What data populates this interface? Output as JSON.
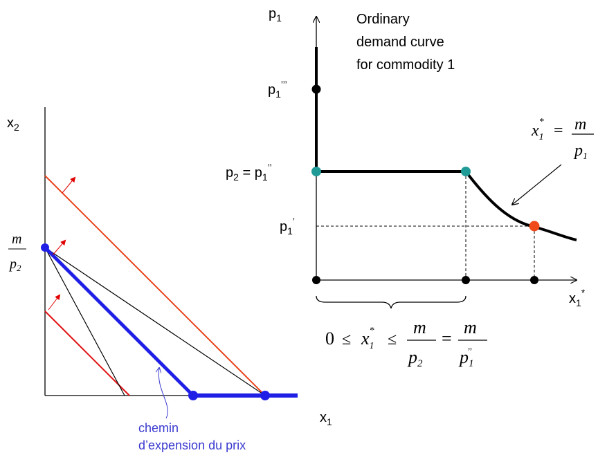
{
  "left_graph": {
    "y_axis_label": "x",
    "y_axis_sub": "2",
    "x_axis_label": "x",
    "x_axis_sub": "1",
    "intercept_num": "m",
    "intercept_den": "p",
    "intercept_den_sub": "2",
    "path_label_line1": "chemin",
    "path_label_line2": "d’expension du prix"
  },
  "right_graph": {
    "title_line1": "Ordinary",
    "title_line2": "demand curve",
    "title_line3": "for commodity 1",
    "y_axis_label": "p",
    "y_axis_sub": "1",
    "x_axis_label": "x",
    "x_axis_sub": "1",
    "x_axis_sup": "*",
    "p_triple": "p",
    "p_triple_sub": "1",
    "p_triple_sup": "’’’",
    "p2_eq": "p",
    "p2_eq_sub": "2",
    "p2_eq_mid": " = p",
    "p2_eq_sub2": "1",
    "p2_eq_sup": "’’",
    "p_single": "p",
    "p_single_sub": "1",
    "p_single_sup": "’",
    "formula_x": "x",
    "formula_sub": "1",
    "formula_sup": "*",
    "formula_eq": "=",
    "formula_num": "m",
    "formula_den": "p",
    "formula_den_sub": "1"
  },
  "inequality": {
    "zero": "0",
    "le1": "≤",
    "x": "x",
    "x_sub": "1",
    "x_sup": "*",
    "le2": "≤",
    "frac1_num": "m",
    "frac1_den": "p",
    "frac1_den_sub": "2",
    "eq": "=",
    "frac2_num": "m",
    "frac2_den": "p",
    "frac2_den_sub": "1",
    "frac2_den_sup": "’’"
  },
  "colors": {
    "axis": "#000000",
    "budget_blue": "#1f1fe6",
    "budget_red": "#e8431a",
    "arrow_red": "#e00000",
    "teal_dot": "#1f9a96",
    "orange_dot": "#f04a1a",
    "label_blue": "#3a3ad0"
  }
}
